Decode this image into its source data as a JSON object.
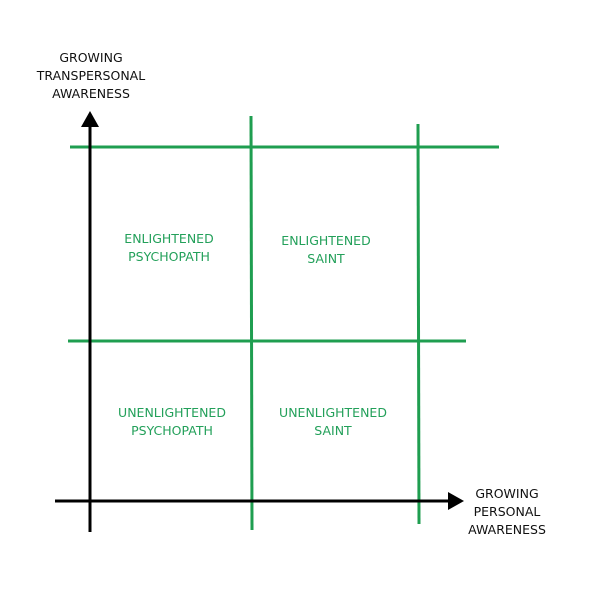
{
  "colors": {
    "grid": "#1f9e50",
    "axis": "#000000",
    "quadrant_text": "#23a05a"
  },
  "axes": {
    "y_label": [
      "GROWING",
      "TRANSPERSONAL",
      "AWARENESS"
    ],
    "x_label": [
      "GROWING",
      "PERSONAL",
      "AWARENESS"
    ]
  },
  "quadrants": {
    "top_left": [
      "ENLIGHTENED",
      "PSYCHOPATH"
    ],
    "top_right": [
      "ENLIGHTENED",
      "SAINT"
    ],
    "bottom_left": [
      "UNENLIGHTENED",
      "PSYCHOPATH"
    ],
    "bottom_right": [
      "UNENLIGHTENED",
      "SAINT"
    ]
  }
}
